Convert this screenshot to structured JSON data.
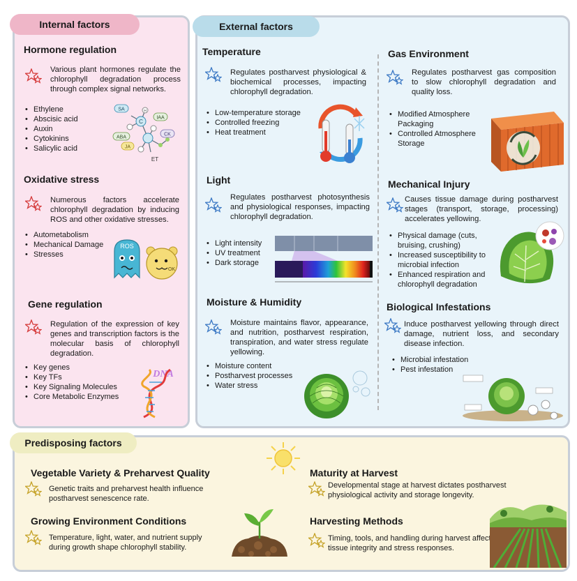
{
  "colors": {
    "internal_bg": "#fbe4ef",
    "internal_pill": "#efb6c8",
    "external_bg": "#e9f4fa",
    "external_pill": "#b9dcea",
    "predisposing_bg": "#fbf5df",
    "predisposing_pill": "#efedc2",
    "panel_border": "#c7ced8"
  },
  "internal": {
    "label": "Internal factors",
    "hormone": {
      "title": "Hormone regulation",
      "desc": "Various plant hormones regulate the chlorophyll degradation process through complex signal networks.",
      "items": [
        "Ethylene",
        "Abscisic acid",
        "Auxin",
        "Cytokinins",
        "Salicylic acid"
      ],
      "tags": [
        "SA",
        "IAA",
        "ABA",
        "CK",
        "JA",
        "ET",
        "H",
        "C"
      ]
    },
    "oxidative": {
      "title": "Oxidative stress",
      "desc": "Numerous factors accelerate chlorophyll degradation by inducing ROS and other oxidative stresses.",
      "items": [
        "Autometabolism",
        "Mechanical Damage",
        "Stresses"
      ],
      "tags": [
        "ROS",
        "OK"
      ]
    },
    "gene": {
      "title": "Gene regulation",
      "desc": "Regulation of the expression of key genes and transcription factors is the molecular basis of chlorophyll degradation.",
      "items": [
        "Key genes",
        "Key TFs",
        "Key Signaling Molecules",
        "Core Metabolic Enzymes"
      ],
      "tag": "DNA"
    }
  },
  "external": {
    "label": "External factors",
    "temperature": {
      "title": "Temperature",
      "desc": "Regulates postharvest physiological & biochemical processes, impacting chlorophyll degradation.",
      "items": [
        "Low-temperature storage",
        "Controlled freezing",
        "Heat treatment"
      ]
    },
    "light": {
      "title": "Light",
      "desc": "Regulates postharvest photosynthesis and physiological responses, impacting chlorophyll degradation.",
      "items": [
        "Light intensity",
        "UV treatment",
        "Dark storage"
      ]
    },
    "moisture": {
      "title": "Moisture & Humidity",
      "desc": "Moisture maintains flavor, appearance, and nutrition, postharvest respiration, transpiration, and water stress regulate yellowing.",
      "items": [
        "Moisture content",
        "Postharvest processes",
        "Water stress"
      ]
    },
    "gas": {
      "title": "Gas Environment",
      "desc": "Regulates postharvest gas composition to slow chlorophyll degradation and quality loss.",
      "items": [
        "Modified Atmosphere Packaging",
        "Controlled Atmosphere Storage"
      ]
    },
    "mechanical": {
      "title": "Mechanical Injury",
      "desc": "Causes tissue damage during postharvest stages (transport, storage, processing) accelerates yellowing.",
      "items": [
        "Physical damage (cuts, bruising, crushing)",
        "Increased susceptibility to microbial infection",
        "Enhanced respiration and chlorophyll degradation"
      ]
    },
    "biological": {
      "title": "Biological Infestations",
      "desc": "Induce postharvest yellowing through direct damage, nutrient loss, and secondary disease infection.",
      "items": [
        "Microbial infestation",
        "Pest infestation"
      ]
    }
  },
  "predisposing": {
    "label": "Predisposing factors",
    "variety": {
      "title": "Vegetable Variety & Preharvest Quality",
      "desc": "Genetic traits and preharvest health influence postharvest senescence rate."
    },
    "growing": {
      "title": "Growing Environment Conditions",
      "desc": "Temperature, light, water, and nutrient supply during growth shape chlorophyll stability."
    },
    "maturity": {
      "title": "Maturity at Harvest",
      "desc": "Developmental stage at harvest dictates postharvest physiological activity and storage longevity."
    },
    "harvesting": {
      "title": "Harvesting Methods",
      "desc": "Timing, tools, and handling during harvest affect tissue integrity and stress responses."
    }
  }
}
